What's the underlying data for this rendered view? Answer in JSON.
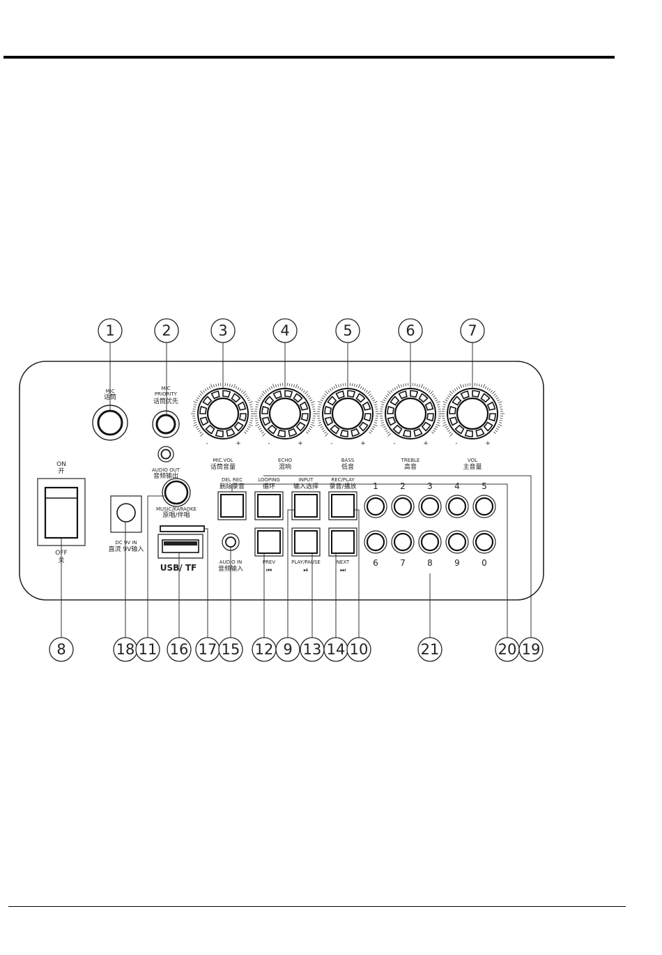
{
  "callouts": [
    "1",
    "2",
    "3",
    "4",
    "5",
    "6",
    "7",
    "8",
    "18",
    "11",
    "16",
    "17",
    "15",
    "12",
    "9",
    "13",
    "14",
    "10",
    "21",
    "20",
    "19"
  ],
  "labels": {
    "mic_en": "MIC",
    "mic_cn": "话筒",
    "mic_priority_en1": "MIC",
    "mic_priority_en2": "PRIORITY",
    "mic_priority_cn": "话筒优先",
    "audio_out_en": "AUDIO OUT",
    "audio_out_cn": "音频输出",
    "music_karaoke_en": "MUSIC/KARAOKE",
    "music_karaoke_cn": "原唱/伴唱",
    "on_en": "ON",
    "on_cn": "开",
    "off_en": "OFF",
    "off_cn": "关",
    "dc_en": "DC 9V IN",
    "dc_cn": "直流 9V输入",
    "usb_tf": "USB/ TF",
    "audio_in_en": "AUDIO IN",
    "audio_in_cn": "音频输入"
  },
  "knobs": [
    {
      "en": "MIC.VOL",
      "cn": "话筒音量",
      "minus": "-",
      "plus": "+"
    },
    {
      "en": "ECHO",
      "cn": "混响",
      "minus": "-",
      "plus": "+"
    },
    {
      "en": "BASS",
      "cn": "低音",
      "minus": "-",
      "plus": "+"
    },
    {
      "en": "TREBLE",
      "cn": "高音",
      "minus": "-",
      "plus": "+"
    },
    {
      "en": "VOL",
      "cn": "主音量",
      "minus": "-",
      "plus": "+"
    }
  ],
  "top_buttons": [
    {
      "en": "DEL REC",
      "cn": "删除录音"
    },
    {
      "en": "LOOPING",
      "cn": "循环"
    },
    {
      "en": "INPUT",
      "cn": "输入选择"
    },
    {
      "en": "REC/PLAY",
      "cn": "录音/播放"
    }
  ],
  "bottom_buttons": [
    {
      "en": "PREV",
      "icon": "⏮"
    },
    {
      "en": "PLAY/PAUSE",
      "icon": "⏯"
    },
    {
      "en": "NEXT",
      "icon": "⏭"
    }
  ],
  "number_keys": [
    "1",
    "2",
    "3",
    "4",
    "5",
    "6",
    "7",
    "8",
    "9",
    "0"
  ]
}
